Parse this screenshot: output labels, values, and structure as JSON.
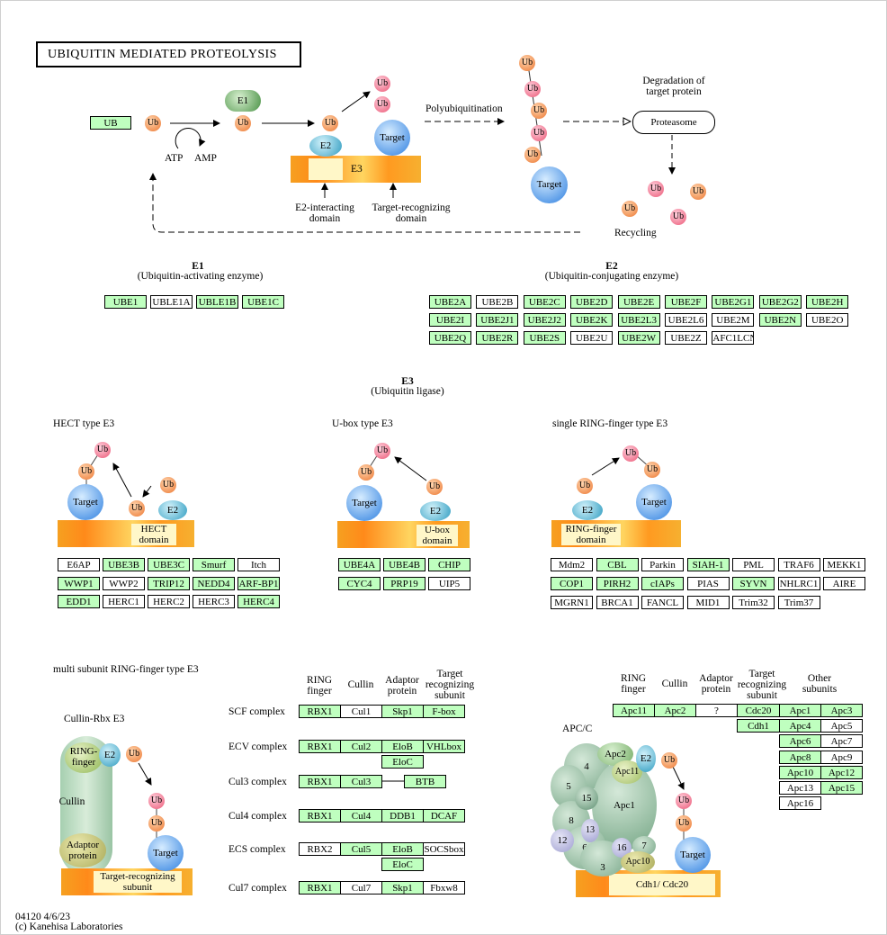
{
  "title": "UBIQUITIN MEDIATED PROTEOLYSIS",
  "footer": {
    "code": "04120 4/6/23",
    "copyright": "(c) Kanehisa Laboratories"
  },
  "top": {
    "ub": "UB",
    "ub_circle": "Ub",
    "e1": "E1",
    "e2": "E2",
    "e3": "E3",
    "target": "Target",
    "atp": "ATP",
    "amp": "AMP",
    "polyubiquitination": "Polyubiquitination",
    "degradation_1": "Degradation of",
    "degradation_2": "target protein",
    "proteasome": "Proteasome",
    "recycling": "Recycling",
    "e2_domain_1": "E2-interacting",
    "e2_domain_2": "domain",
    "tr_domain_1": "Target-recognizing",
    "tr_domain_2": "domain"
  },
  "e1": {
    "heading": "E1",
    "sub": "(Ubiquitin-activating enzyme)",
    "genes": [
      [
        "UBE1",
        "g"
      ],
      [
        "UBLE1A",
        "w"
      ],
      [
        "UBLE1B",
        "g"
      ],
      [
        "UBE1C",
        "g"
      ]
    ]
  },
  "e2": {
    "heading": "E2",
    "sub": "(Ubiquitin-conjugating enzyme)",
    "genes": [
      [
        "UBE2A",
        "g"
      ],
      [
        "UBE2B",
        "w"
      ],
      [
        "UBE2C",
        "g"
      ],
      [
        "UBE2D",
        "g"
      ],
      [
        "UBE2E",
        "g"
      ],
      [
        "UBE2F",
        "g"
      ],
      [
        "UBE2G1",
        "g"
      ],
      [
        "UBE2G2",
        "g"
      ],
      [
        "UBE2H",
        "g"
      ],
      [
        "UBE2I",
        "g"
      ],
      [
        "UBE2J1",
        "g"
      ],
      [
        "UBE2J2",
        "g"
      ],
      [
        "UBE2K",
        "g"
      ],
      [
        "UBE2L3",
        "g"
      ],
      [
        "UBE2L6",
        "w"
      ],
      [
        "UBE2M",
        "w"
      ],
      [
        "UBE2N",
        "g"
      ],
      [
        "UBE2O",
        "w"
      ],
      [
        "UBE2Q",
        "g"
      ],
      [
        "UBE2R",
        "g"
      ],
      [
        "UBE2S",
        "g"
      ],
      [
        "UBE2U",
        "w"
      ],
      [
        "UBE2W",
        "g"
      ],
      [
        "UBE2Z",
        "w"
      ],
      [
        "AFC1LCN",
        "w"
      ]
    ]
  },
  "e3": {
    "heading": "E3",
    "sub": "(Ubiquitin ligase)"
  },
  "hect": {
    "title": "HECT type E3",
    "domain_1": "HECT",
    "domain_2": "domain",
    "genes": [
      [
        "E6AP",
        "w"
      ],
      [
        "UBE3B",
        "g"
      ],
      [
        "UBE3C",
        "g"
      ],
      [
        "Smurf",
        "g"
      ],
      [
        "Itch",
        "w"
      ],
      [
        "WWP1",
        "g"
      ],
      [
        "WWP2",
        "w"
      ],
      [
        "TRIP12",
        "g"
      ],
      [
        "NEDD4",
        "g"
      ],
      [
        "ARF-BP1",
        "g"
      ],
      [
        "EDD1",
        "g"
      ],
      [
        "HERC1",
        "w"
      ],
      [
        "HERC2",
        "w"
      ],
      [
        "HERC3",
        "w"
      ],
      [
        "HERC4",
        "g"
      ]
    ]
  },
  "ubox": {
    "title": "U-box type E3",
    "domain_1": "U-box",
    "domain_2": "domain",
    "genes": [
      [
        "UBE4A",
        "g"
      ],
      [
        "UBE4B",
        "g"
      ],
      [
        "CHIP",
        "g"
      ],
      [
        "CYC4",
        "g"
      ],
      [
        "PRP19",
        "g"
      ],
      [
        "UIP5",
        "w"
      ]
    ]
  },
  "ring": {
    "title": "single RING-finger type E3",
    "domain_1": "RING-finger",
    "domain_2": "domain",
    "genes": [
      [
        "Mdm2",
        "w"
      ],
      [
        "CBL",
        "g"
      ],
      [
        "Parkin",
        "w"
      ],
      [
        "SIAH-1",
        "g"
      ],
      [
        "PML",
        "w"
      ],
      [
        "TRAF6",
        "w"
      ],
      [
        "MEKK1",
        "w"
      ],
      [
        "COP1",
        "g"
      ],
      [
        "PIRH2",
        "g"
      ],
      [
        "cIAPs",
        "g"
      ],
      [
        "PIAS",
        "w"
      ],
      [
        "SYVN",
        "g"
      ],
      [
        "NHLRC1",
        "w"
      ],
      [
        "AIRE",
        "w"
      ],
      [
        "MGRN1",
        "w"
      ],
      [
        "BRCA1",
        "w"
      ],
      [
        "FANCL",
        "w"
      ],
      [
        "MID1",
        "w"
      ],
      [
        "Trim32",
        "w"
      ],
      [
        "Trim37",
        "w"
      ]
    ]
  },
  "multi": {
    "title": "multi subunit RING-finger type E3",
    "cullin_rbx": "Cullin-Rbx E3",
    "ring_finger_1": "RING-",
    "ring_finger_2": "finger",
    "cullin": "Cullin",
    "adaptor_1": "Adaptor",
    "adaptor_2": "protein",
    "tr_subunit_1": "Target-recognizing",
    "tr_subunit_2": "subunit",
    "col_ring_1": "RING",
    "col_ring_2": "finger",
    "col_cullin": "Cullin",
    "col_adaptor_1": "Adaptor",
    "col_adaptor_2": "protein",
    "col_target_1": "Target",
    "col_target_2": "recognizing",
    "col_target_3": "subunit",
    "complexes": [
      {
        "name": "SCF complex",
        "cells": [
          [
            "RBX1",
            "g"
          ],
          [
            "Cul1",
            "w"
          ],
          [
            "Skp1",
            "g"
          ],
          [
            "F-box",
            "g"
          ]
        ]
      },
      {
        "name": "ECV complex",
        "cells": [
          [
            "RBX1",
            "g"
          ],
          [
            "Cul2",
            "g"
          ],
          [
            "EloB",
            "g"
          ],
          [
            "VHLbox",
            "g"
          ]
        ],
        "extra": [
          "EloC",
          "g"
        ]
      },
      {
        "name": "Cul3 complex",
        "cells": [
          [
            "RBX1",
            "g"
          ],
          [
            "Cul3",
            "g"
          ],
          [
            "",
            ""
          ],
          [
            "BTB",
            "g"
          ]
        ]
      },
      {
        "name": "Cul4 complex",
        "cells": [
          [
            "RBX1",
            "g"
          ],
          [
            "Cul4",
            "g"
          ],
          [
            "DDB1",
            "g"
          ],
          [
            "DCAF",
            "g"
          ]
        ]
      },
      {
        "name": "ECS complex",
        "cells": [
          [
            "RBX2",
            "w"
          ],
          [
            "Cul5",
            "g"
          ],
          [
            "EloB",
            "g"
          ],
          [
            "SOCSbox",
            "w"
          ]
        ],
        "extra": [
          "EloC",
          "g"
        ]
      },
      {
        "name": "Cul7 complex",
        "cells": [
          [
            "RBX1",
            "g"
          ],
          [
            "Cul7",
            "w"
          ],
          [
            "Skp1",
            "g"
          ],
          [
            "Fbxw8",
            "w"
          ]
        ]
      }
    ]
  },
  "apc": {
    "title": "APC/C",
    "domain": "Cdh1/ Cdc20",
    "subunits": [
      "Apc2",
      "Apc11",
      "4",
      "5",
      "15",
      "Apc1",
      "8",
      "13",
      "12",
      "6",
      "16",
      "7",
      "3",
      "Apc10"
    ],
    "col_ring_1": "RING",
    "col_ring_2": "finger",
    "col_cullin": "Cullin",
    "col_adaptor_1": "Adaptor",
    "col_adaptor_2": "protein",
    "col_target_1": "Target",
    "col_target_2": "recognizing",
    "col_target_3": "subunit",
    "col_other_1": "Other",
    "col_other_2": "subunits",
    "ring_gene": [
      "Apc11",
      "g"
    ],
    "cullin_gene": [
      "Apc2",
      "g"
    ],
    "adaptor_gene": [
      "?",
      "w"
    ],
    "target_genes": [
      [
        "Cdc20",
        "g"
      ],
      [
        "Cdh1",
        "g"
      ]
    ],
    "other_genes": [
      [
        "Apc1",
        "g"
      ],
      [
        "Apc3",
        "g"
      ],
      [
        "Apc4",
        "g"
      ],
      [
        "Apc5",
        "w"
      ],
      [
        "Apc6",
        "g"
      ],
      [
        "Apc7",
        "w"
      ],
      [
        "Apc8",
        "g"
      ],
      [
        "Apc9",
        "w"
      ],
      [
        "Apc10",
        "g"
      ],
      [
        "Apc12",
        "g"
      ],
      [
        "Apc13",
        "w"
      ],
      [
        "Apc15",
        "g"
      ],
      [
        "Apc16",
        "w"
      ]
    ]
  }
}
